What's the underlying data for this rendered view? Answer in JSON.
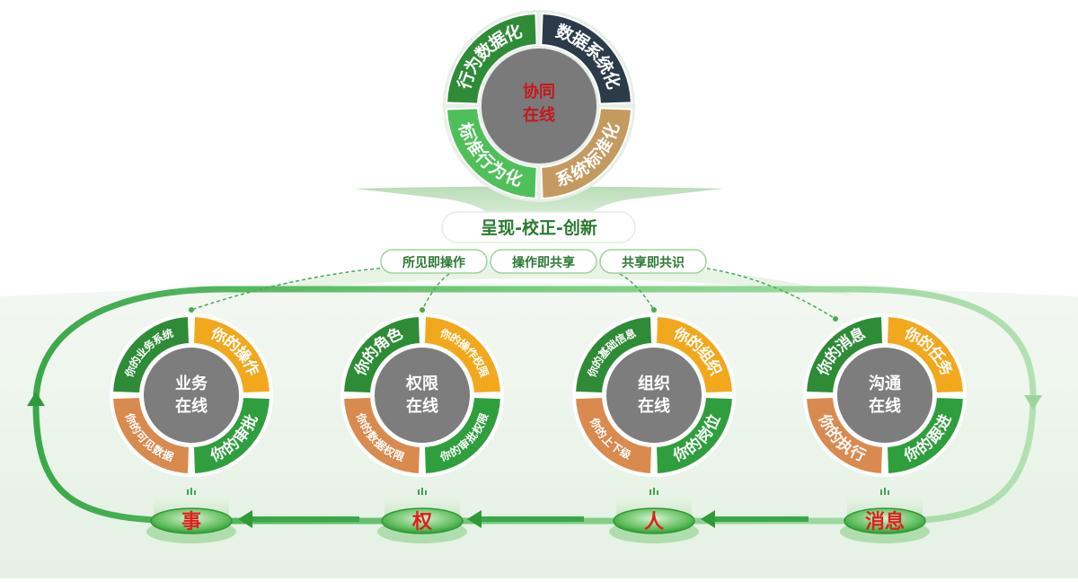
{
  "top_wheel": {
    "center": [
      "协同",
      "在线"
    ],
    "segments": [
      {
        "label": "行为数据化",
        "color": "#2e8b36"
      },
      {
        "label": "数据系统化",
        "color": "#2b3b4a"
      },
      {
        "label": "系统标准化",
        "color": "#c49a60"
      },
      {
        "label": "标准行为化",
        "color": "#4fbf5a"
      }
    ]
  },
  "banner": "呈现-校正-创新",
  "tags": [
    "所见即操作",
    "操作即共享",
    "共享即共识"
  ],
  "wheels": [
    {
      "center": [
        "业务",
        "在线"
      ],
      "segments": [
        "你的业务系统",
        "你的操作",
        "你的审批",
        "你的可见数据"
      ],
      "base": "事"
    },
    {
      "center": [
        "权限",
        "在线"
      ],
      "segments": [
        "你的角色",
        "你的操作权限",
        "你的审批权限",
        "你的数据权限"
      ],
      "base": "权"
    },
    {
      "center": [
        "组织",
        "在线"
      ],
      "segments": [
        "你的基础信息",
        "你的组织",
        "你的岗位",
        "你的上下级"
      ],
      "base": "人"
    },
    {
      "center": [
        "沟通",
        "在线"
      ],
      "segments": [
        "你的消息",
        "你的任务",
        "你的跟进",
        "你的执行"
      ],
      "base": "消息"
    }
  ],
  "colors": {
    "dark_green": "#2e8b36",
    "yellow": "#f2a81d",
    "green": "#2f9e3d",
    "orange": "#d98a4e",
    "center_grey": "#7d7d7d",
    "base_text": "#e0201f",
    "top_center_text": "#c8161d",
    "tag_text": "#2a7a2f"
  }
}
